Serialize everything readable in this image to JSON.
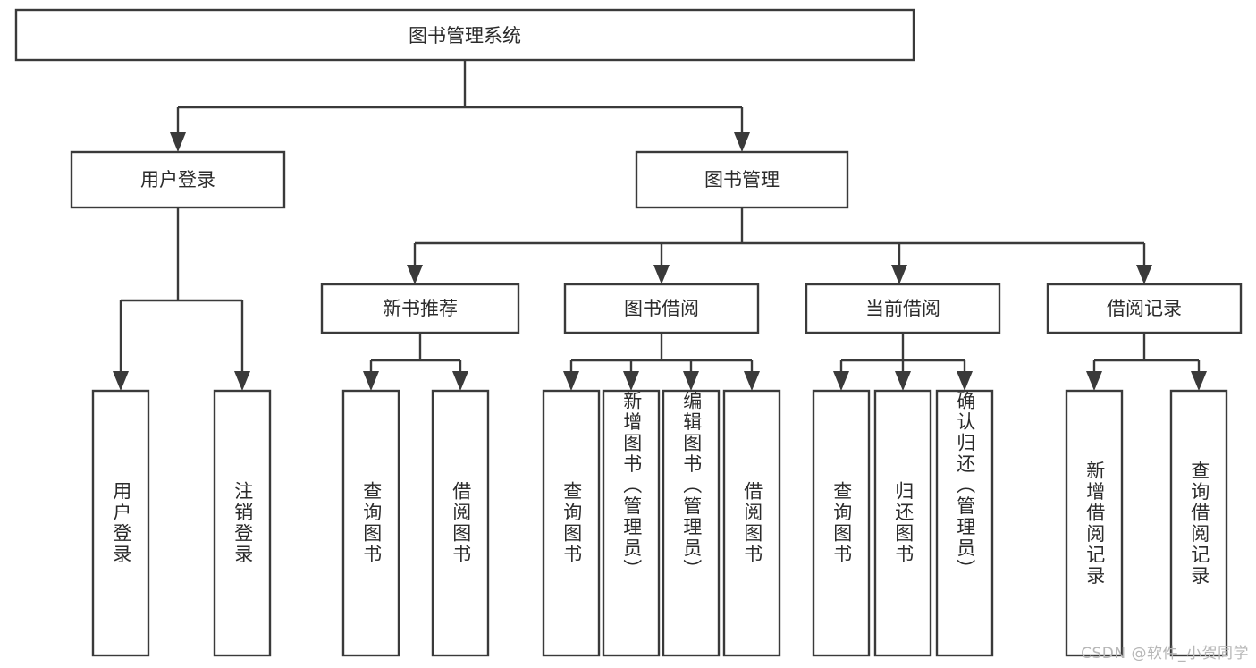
{
  "diagram": {
    "title": "图书管理系统",
    "type": "tree-hierarchy-chart",
    "orientation": "top-down",
    "colors": {
      "stroke": "#3a3a3a",
      "box_fill": "#ffffff",
      "text": "#2b2b2b",
      "background": "#ffffff",
      "watermark": "#b6b6b6"
    },
    "root": {
      "label": "图书管理系统"
    },
    "level2": [
      {
        "label": "用户登录"
      },
      {
        "label": "图书管理"
      }
    ],
    "level3": [
      {
        "label": "新书推荐"
      },
      {
        "label": "图书借阅"
      },
      {
        "label": "当前借阅"
      },
      {
        "label": "借阅记录"
      }
    ],
    "leaves": {
      "user_login": [
        {
          "label": "用户登录"
        },
        {
          "label": "注销登录"
        }
      ],
      "new_book_recommend": [
        {
          "label": "查询图书"
        },
        {
          "label": "借阅图书"
        }
      ],
      "book_borrow": [
        {
          "label": "查询图书"
        },
        {
          "label": "新增图书（管理员）"
        },
        {
          "label": "编辑图书（管理员）"
        },
        {
          "label": "借阅图书"
        }
      ],
      "current_borrow": [
        {
          "label": "查询图书"
        },
        {
          "label": "归还图书"
        },
        {
          "label": "确认归还（管理员）"
        }
      ],
      "borrow_record": [
        {
          "label": "新增借阅记录"
        },
        {
          "label": "查询借阅记录"
        }
      ]
    }
  },
  "watermark": {
    "text": "CSDN @软件_小贺同学"
  }
}
